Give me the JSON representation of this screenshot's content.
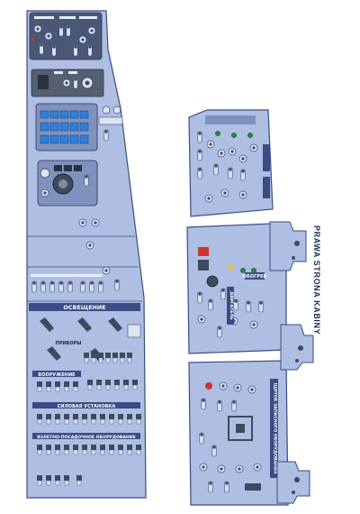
{
  "caption": "PRAWA STRONA KABINY",
  "colors": {
    "panel": "#aebfe3",
    "panel_edge": "#3b4c84",
    "dark": "#3f4a5e",
    "switch": "#dde5f2",
    "blue_btn": "#2f7fd9",
    "green": "#1f8c3c",
    "yellow": "#e8c32a",
    "red": "#d0342c",
    "label": "#1e2540"
  },
  "labels": {
    "osveschenie": "ОСВЕЩЕНИЕ",
    "vooruzhenie": "ВООРУЖЕНИЕ",
    "silovaya": "СИЛОВАЯ УСТАНОВКА",
    "vzletno": "ВЗЛЕТНО-ПОСАДОЧНОЕ ОБОРУДОВАНИЕ",
    "pribory": "ПРИБОРЫ",
    "obogrev": "ОБОГРЕВ",
    "dvigatel": "ДВИГАТЕЛЬ",
    "shitok": "ЩИТОК ЗАПАСНОГО ОБОРУДОВАНИЯ"
  }
}
